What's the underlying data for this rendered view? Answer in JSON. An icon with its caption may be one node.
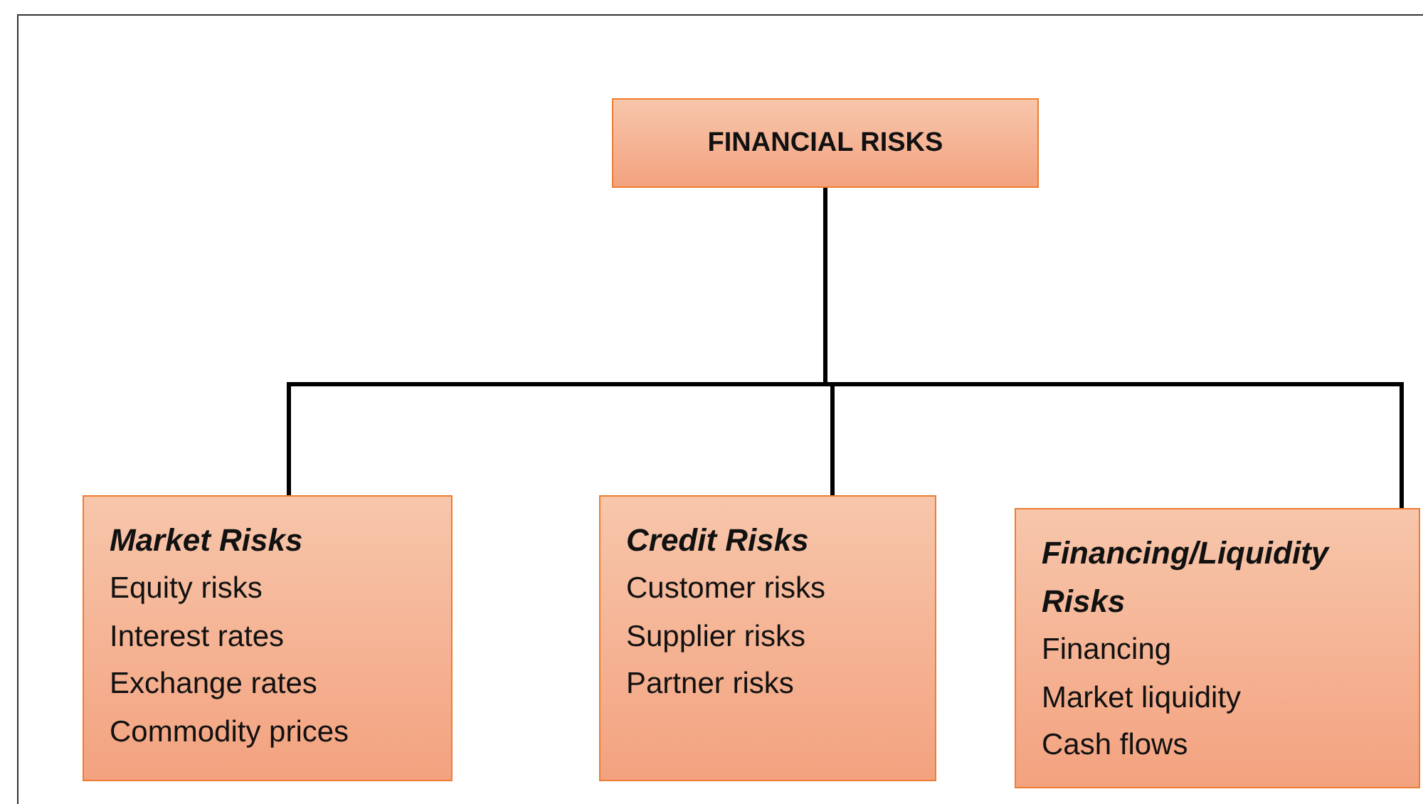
{
  "diagram": {
    "nodes": [
      {
        "text": [
          "FINANCIAL RISKS"
        ]
      },
      {
        "text": [
          "Market Risks",
          "Equity risks",
          "Interest rates",
          "Exchange rates",
          "Commodity prices"
        ]
      },
      {
        "text": [
          "Credit Risks",
          "Customer risks",
          "Supplier risks",
          "Partner risks"
        ]
      },
      {
        "text": [
          "Financing/Liquidity Risks",
          "Financing",
          "Market liquidity",
          "Cash flows"
        ]
      }
    ],
    "edges": [
      {
        "from": 0,
        "to": 1,
        "arrow": "none"
      },
      {
        "from": 0,
        "to": 2,
        "arrow": "none"
      },
      {
        "from": 0,
        "to": 3,
        "arrow": "none"
      }
    ]
  }
}
